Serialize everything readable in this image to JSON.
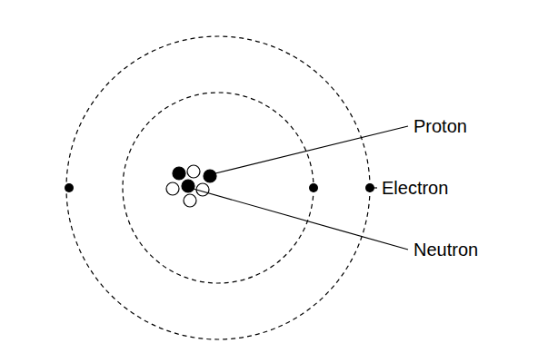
{
  "diagram": {
    "labels": [
      "Proton",
      "Electron",
      "Neutron"
    ]
  }
}
